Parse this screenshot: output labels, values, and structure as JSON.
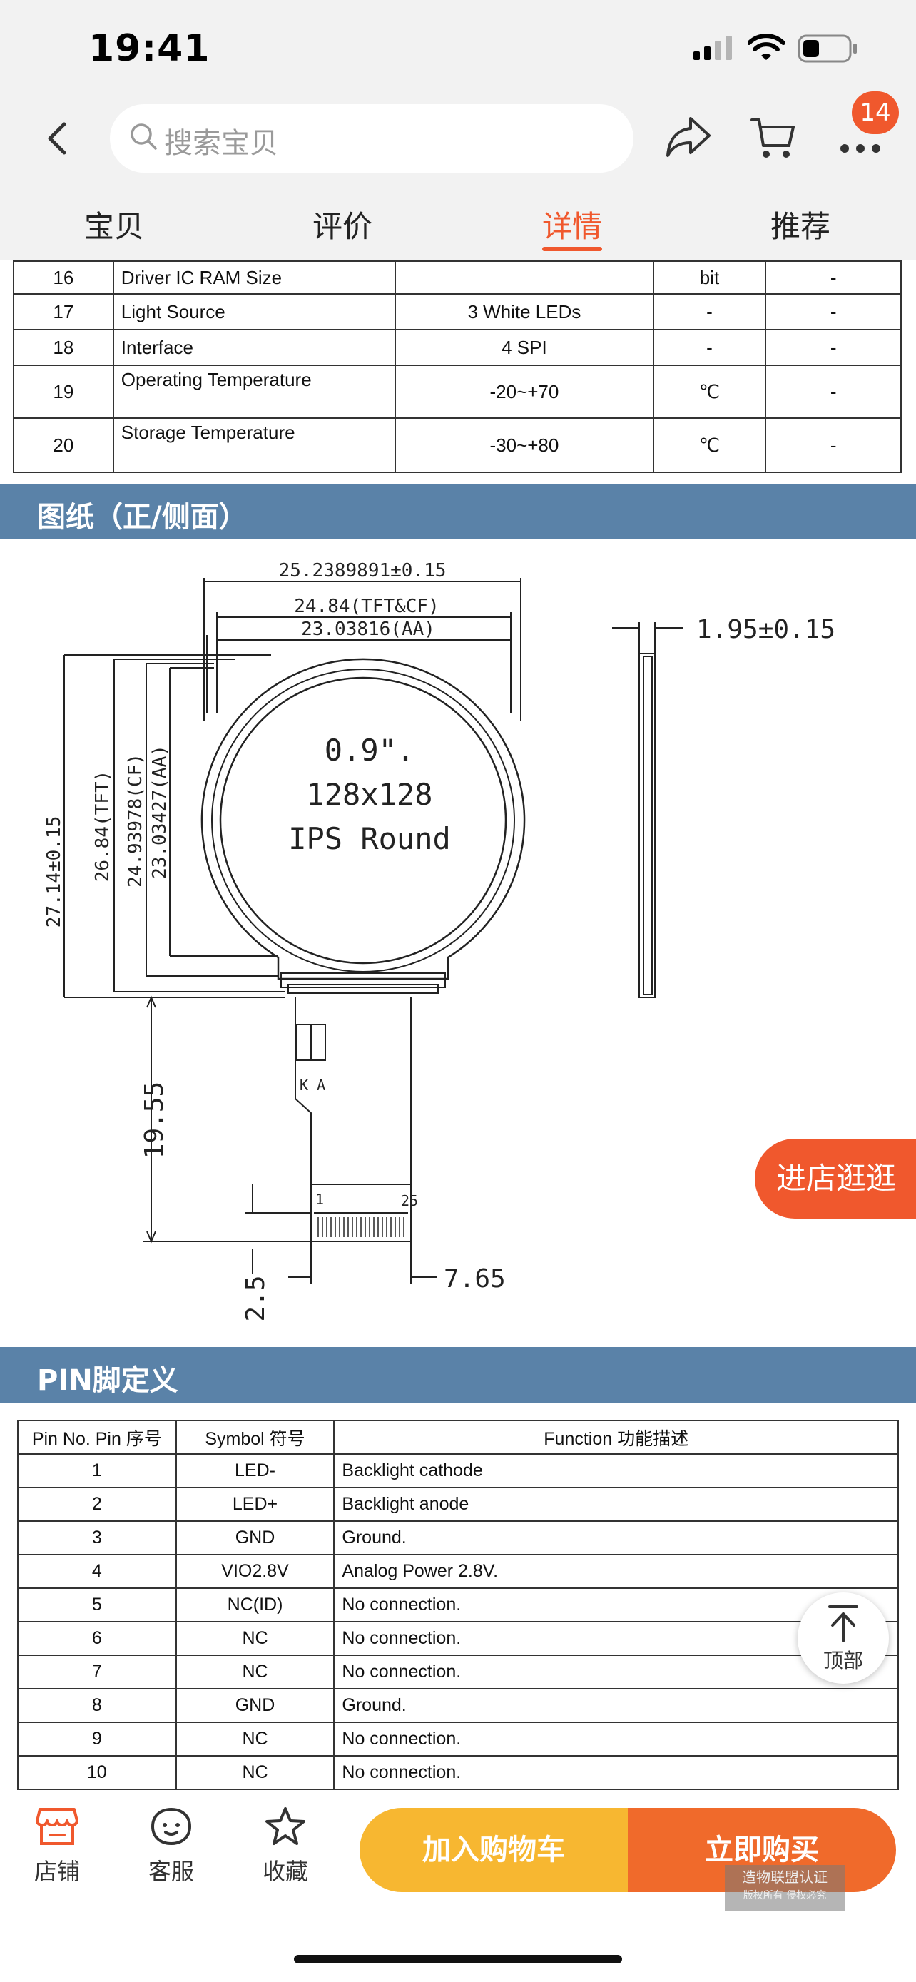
{
  "status": {
    "time": "19:41"
  },
  "nav": {
    "search_placeholder": "搜索宝贝",
    "badge": "14"
  },
  "tabs": [
    {
      "label": "宝贝"
    },
    {
      "label": "评价"
    },
    {
      "label": "详情"
    },
    {
      "label": "推荐"
    }
  ],
  "active_tab": "详情",
  "spec_rows": [
    {
      "no": "16",
      "item": "Driver IC RAM Size",
      "value": "",
      "unit": "bit",
      "note": "-"
    },
    {
      "no": "17",
      "item": "Light Source",
      "value": "3 White LEDs",
      "unit": "-",
      "note": "-"
    },
    {
      "no": "18",
      "item": "Interface",
      "value": "4 SPI",
      "unit": "-",
      "note": "-"
    },
    {
      "no": "19",
      "item": "Operating Temperature",
      "value": "-20~+70",
      "unit": "℃",
      "note": "-"
    },
    {
      "no": "20",
      "item": "Storage Temperature",
      "value": "-30~+80",
      "unit": "℃",
      "note": "-"
    }
  ],
  "sections": {
    "drawing_title": "图纸（正/侧面）",
    "pin_title": "PIN脚定义"
  },
  "drawing": {
    "dim_top1": "25.2389891±0.15",
    "dim_top2": "24.84(TFT&CF)",
    "dim_top3": "23.03816(AA)",
    "dim_side": "1.95±0.15",
    "dim_v1": "27.14±0.15",
    "dim_v2": "26.84(TFT)",
    "dim_v3": "24.93978(CF)",
    "dim_v4": "23.03427(AA)",
    "label_line1": "0.9\".",
    "label_line2": "128x128",
    "label_line3": "IPS Round",
    "dim_fpc_len": "19.55",
    "dim_fpc_tail": "2.5",
    "dim_fpc_w": "7.65",
    "pin_first": "1",
    "pin_last": "25",
    "ka": "K A"
  },
  "pin_table": {
    "headers": [
      "Pin No. Pin 序号",
      "Symbol 符号",
      "Function 功能描述"
    ],
    "rows": [
      {
        "pin": "1",
        "symbol": "LED-",
        "func": "Backlight cathode"
      },
      {
        "pin": "2",
        "symbol": "LED+",
        "func": "Backlight anode"
      },
      {
        "pin": "3",
        "symbol": "GND",
        "func": "Ground."
      },
      {
        "pin": "4",
        "symbol": "VIO2.8V",
        "func": "Analog Power 2.8V."
      },
      {
        "pin": "5",
        "symbol": "NC(ID)",
        "func": "No connection."
      },
      {
        "pin": "6",
        "symbol": "NC",
        "func": "No connection."
      },
      {
        "pin": "7",
        "symbol": "NC",
        "func": "No connection."
      },
      {
        "pin": "8",
        "symbol": "GND",
        "func": "Ground."
      },
      {
        "pin": "9",
        "symbol": "NC",
        "func": "No connection."
      },
      {
        "pin": "10",
        "symbol": "NC",
        "func": "No connection."
      }
    ]
  },
  "floating": {
    "visit_store": "进店逛逛",
    "to_top": "顶部"
  },
  "bottom": {
    "shop": "店铺",
    "service": "客服",
    "favorite": "收藏",
    "add_cart": "加入购物车",
    "buy_now": "立即购买",
    "watermark_line1": "造物联盟认证",
    "watermark_line2": "版权所有 侵权必究"
  },
  "colors": {
    "accent": "#f0582d",
    "section_bar": "#5a82a8",
    "add_cart": "#f7b731",
    "buy_now": "#f06a2b"
  }
}
